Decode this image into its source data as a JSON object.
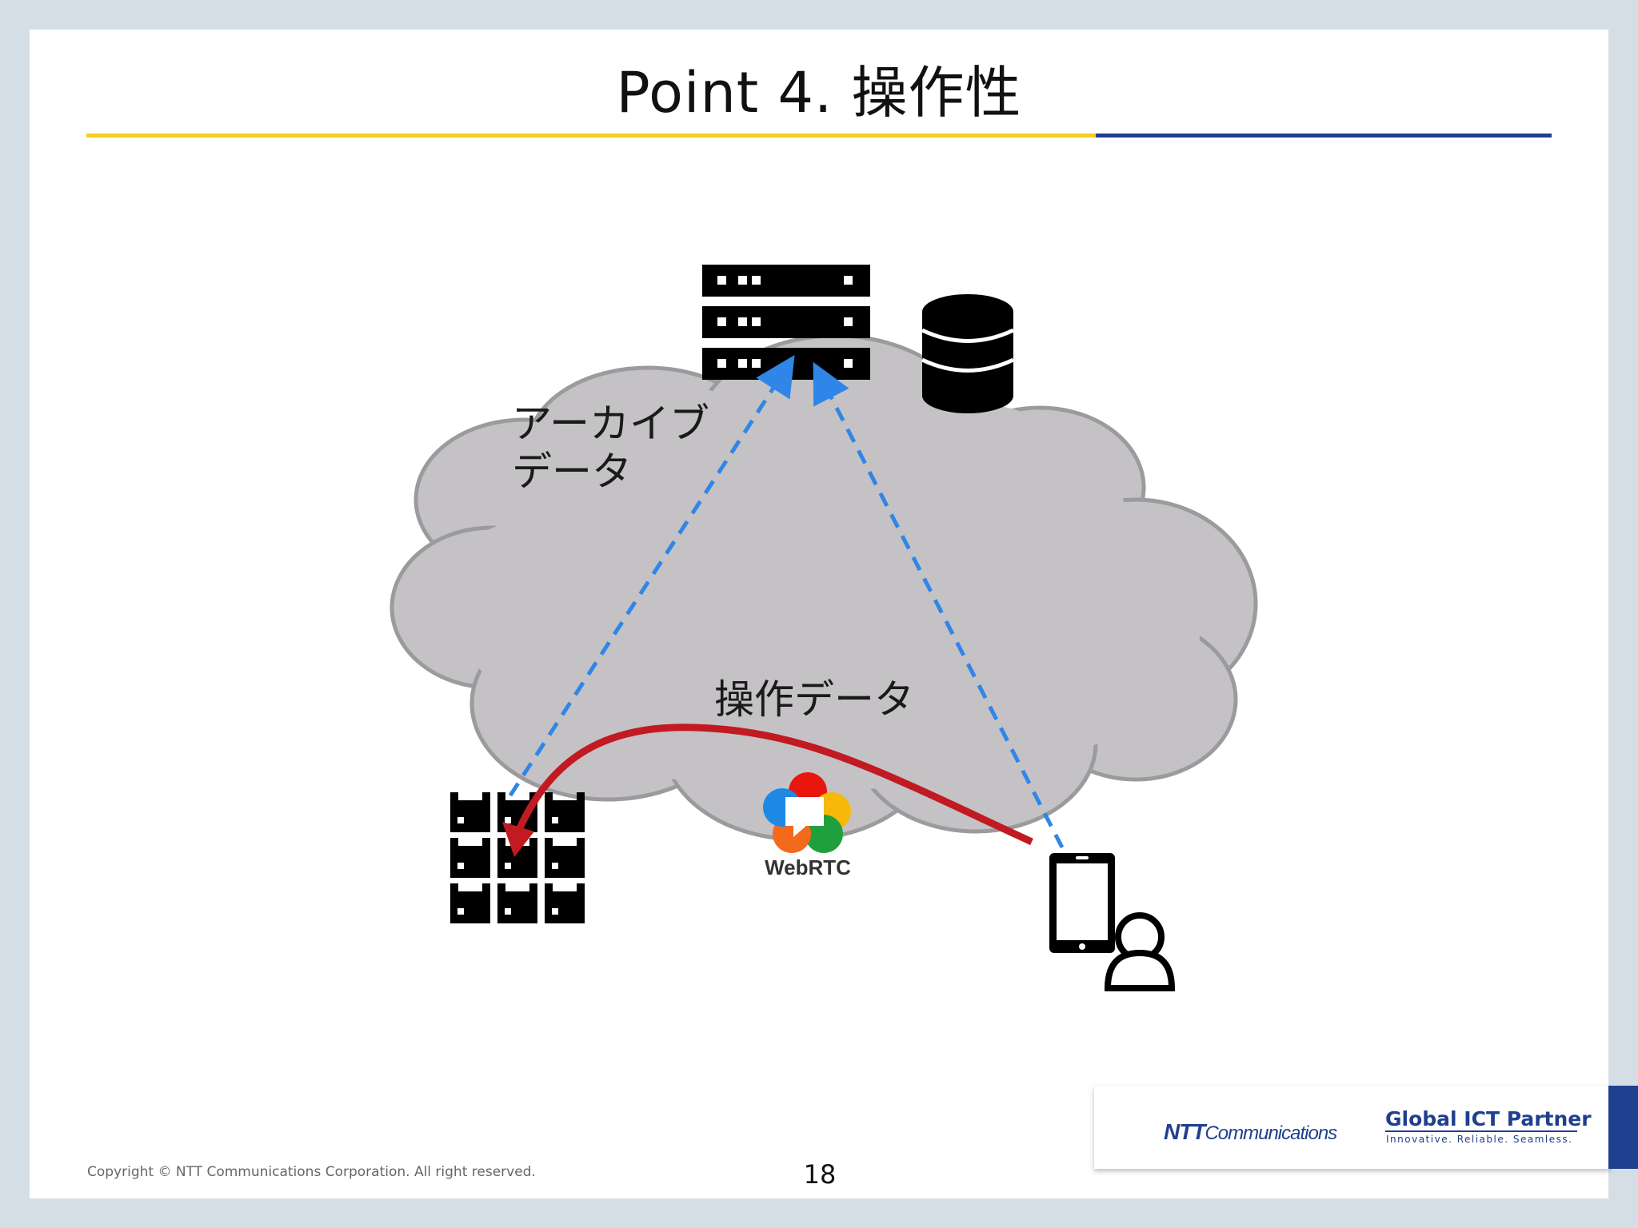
{
  "slide": {
    "title": "Point 4. 操作性",
    "copyright": "Copyright © NTT Communications Corporation. All right reserved.",
    "page_number": "18"
  },
  "diagram": {
    "archive_label_line1": "アーカイブ",
    "archive_label_line2": "データ",
    "operation_label": "操作データ",
    "webrtc_label": "WebRTC"
  },
  "logo": {
    "ntt_bold": "NTT",
    "ntt_rest": "Communications",
    "partner_title": "Global ICT Partner",
    "partner_tagline": "Innovative. Reliable. Seamless."
  },
  "colors": {
    "accent_yellow": "#f6cd1e",
    "accent_blue": "#1f3f8f",
    "cloud_fill": "#c4c2c4",
    "cloud_stroke": "#9b9a9c",
    "dashed_arrow": "#2f86e8",
    "operation_arrow": "#c21a22"
  }
}
